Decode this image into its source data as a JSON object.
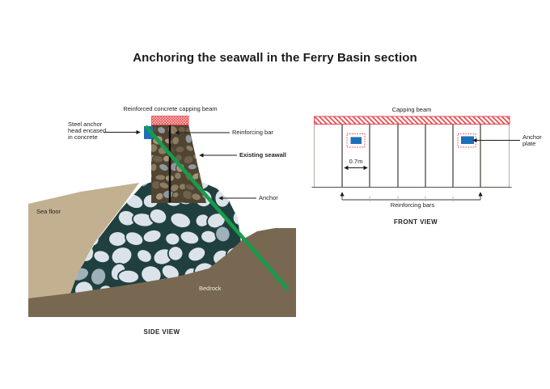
{
  "title": "Anchoring the seawall in the Ferry Basin section",
  "side_view": {
    "caption": "SIDE VIEW",
    "labels": {
      "capping_beam": "Reinforced concrete capping beam",
      "steel_anchor_head": "Steel anchor\nhead encased\nin concrete",
      "reinforcing_bar": "Reinforcing bar",
      "existing_seawall": "Existing seawall",
      "anchor": "Anchor",
      "sea_floor": "Sea floor",
      "bedrock": "Bedrock"
    }
  },
  "front_view": {
    "caption": "FRONT VIEW",
    "labels": {
      "capping_beam": "Capping beam",
      "anchor_plate": "Anchor\nplate",
      "bar_spacing": "0.7m",
      "reinforcing_bars": "Reinforcing bars"
    }
  },
  "colors": {
    "hatch_red": "#e8474b",
    "anchor_blue": "#1d70b7",
    "anchor_green": "#169c4b",
    "sea_floor_tan": "#c2b091",
    "bedrock_brown": "#786851",
    "riprap_background": "#20403f",
    "riprap_stone_light": "#dbe3e8",
    "riprap_stone_mid": "#9fb0ba",
    "wall_background": "#514433",
    "wall_stone_a": "#8d7d61",
    "wall_stone_b": "#6e6049",
    "wall_stone_c": "#a3947a",
    "wall_stone_d": "#8f989e",
    "wall_stone_e": "#5a4d3b"
  }
}
